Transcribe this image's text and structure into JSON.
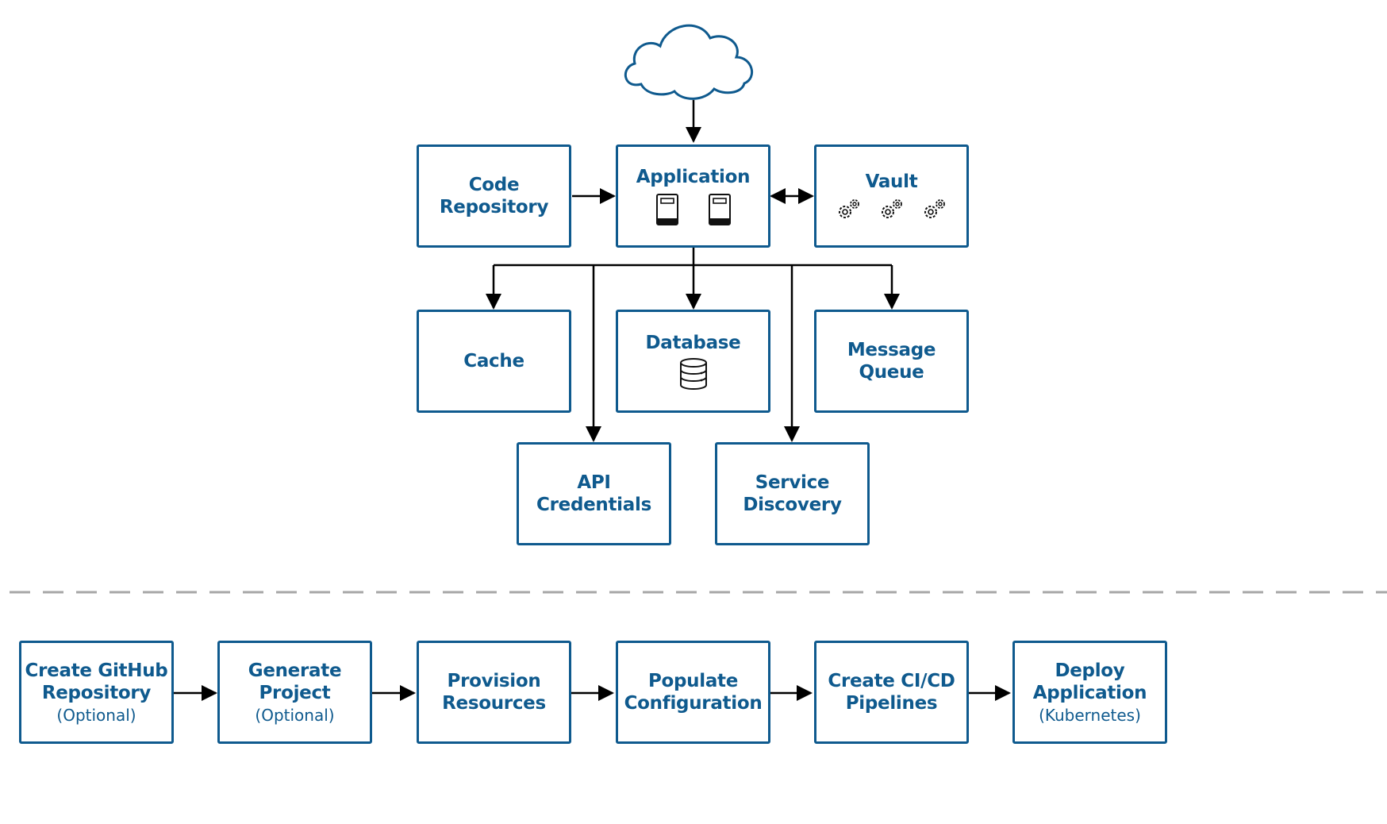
{
  "architecture": {
    "external_icon": "cloud-icon",
    "application": {
      "title": "Application",
      "icons": [
        "server-icon",
        "server-icon"
      ]
    },
    "code_repository": {
      "title": "Code\nRepository"
    },
    "vault": {
      "title": "Vault",
      "icons": [
        "gears-icon",
        "gears-icon",
        "gears-icon"
      ]
    },
    "cache": {
      "title": "Cache"
    },
    "database": {
      "title": "Database",
      "icon": "database-icon"
    },
    "message_queue": {
      "title": "Message\nQueue"
    },
    "api_credentials": {
      "title": "API\nCredentials"
    },
    "service_discovery": {
      "title": "Service\nDiscovery"
    }
  },
  "pipeline": [
    {
      "title": "Create GitHub\nRepository",
      "subtitle": "(Optional)"
    },
    {
      "title": "Generate\nProject",
      "subtitle": "(Optional)"
    },
    {
      "title": "Provision\nResources",
      "subtitle": ""
    },
    {
      "title": "Populate\nConfiguration",
      "subtitle": ""
    },
    {
      "title": "Create CI/CD\nPipelines",
      "subtitle": ""
    },
    {
      "title": "Deploy\nApplication",
      "subtitle": "(Kubernetes)"
    }
  ],
  "colors": {
    "accent": "#0f5a8e",
    "connector": "#000000",
    "divider": "#a6a6a6"
  }
}
